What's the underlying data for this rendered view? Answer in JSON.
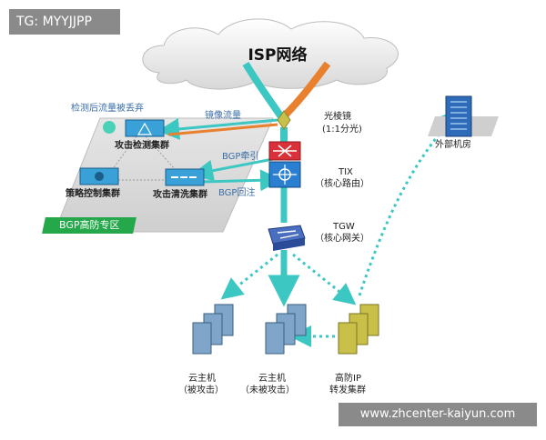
{
  "watermark_tag": "TG: MYYJJPP",
  "watermark_url": "www.zhcenter-kaiyun.com",
  "cloud_label": "ISP网络",
  "zone_label": "BGP高防专区",
  "nodes": {
    "detect_cluster": "攻击检测集群",
    "policy_cluster": "策略控制集群",
    "clean_cluster": "攻击清洗集群",
    "splitter": "光棱镜",
    "splitter_ratio": "(1:1分光)",
    "tix": "TIX",
    "tix_desc": "（核心路由）",
    "tgw": "TGW",
    "tgw_desc": "（核心网关）",
    "external": "外部机房",
    "host_attacked": "云主机",
    "host_attacked_desc": "（被攻击）",
    "host_normal": "云主机",
    "host_normal_desc": "（未被攻击）",
    "ip_forward": "高防IP",
    "ip_forward_desc": "转发集群"
  },
  "edges": {
    "mirror": "镜像流量",
    "discard": "检测后流量被丢弃",
    "bgp_pull": "BGP牵引",
    "bgp_return": "BGP回注"
  },
  "colors": {
    "clean_flow": "#3cc7c3",
    "attack_flow": "#e8802e",
    "zone_green": "#25a84a",
    "device_red": "#d9303a",
    "device_blue": "#2b7fd0"
  },
  "icons": [
    "cloud-icon",
    "prism-icon",
    "router-icon",
    "switch-icon",
    "server-icon",
    "building-icon"
  ]
}
